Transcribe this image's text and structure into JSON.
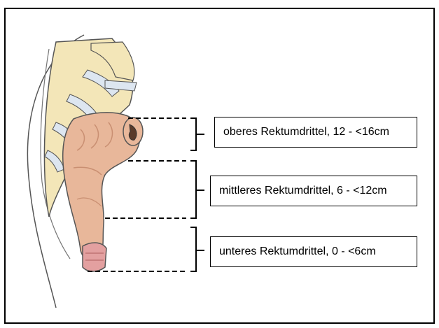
{
  "labels": {
    "upper": "oberes Rektumdrittel, 12 - <16cm",
    "middle": "mittleres Rektumdrittel, 6 - <12cm",
    "lower": "unteres Rektumdrittel, 0 - <6cm"
  },
  "colors": {
    "frame": "#000000",
    "bone": "#f3e6b8",
    "disc": "#dde6f0",
    "rectum": "#e8b79a",
    "rectum_shadow": "#c98f72",
    "anal_canal": "#e3a0a0",
    "outline": "#555555"
  }
}
